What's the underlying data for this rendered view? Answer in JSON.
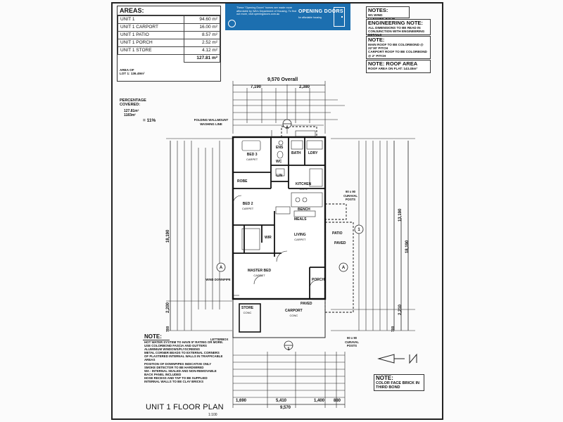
{
  "areas": {
    "heading": "AREAS:",
    "rows": [
      {
        "name": "UNIT 1",
        "value": "94.60 m²"
      },
      {
        "name": "UNIT 1 CARPORT",
        "value": "16.00 m²"
      },
      {
        "name": "UNIT 1 PATIO",
        "value": "8.57 m²"
      },
      {
        "name": "UNIT 1 PORCH",
        "value": "2.52 m²"
      },
      {
        "name": "UNIT 1 STORE",
        "value": "4.12 m²"
      }
    ],
    "total": "127.81 m²"
  },
  "site_notes": {
    "area_of": "AREA OF\nLOT 1: 136.49m²",
    "percentage_covered_label": "PERCENTAGE\nCOVERED:",
    "percentage_calc": "127.81m²\n1183m²",
    "percentage_result": "= 11%"
  },
  "banner": {
    "text": "These \"Opening Doors\" homes are made more affordable by WA's Department of Housing. To find out more, visit openingdoors.com.au",
    "logo": "OPENING DOORS",
    "sub": "for affordable housing"
  },
  "notes_top": {
    "title": "NOTES:",
    "text": "W1 WIND CLASSIFICATION"
  },
  "engineering": {
    "title": "ENGINEERING NOTE:",
    "text": "ALL DIMENSIONS TO BE READ IN CONJUNCTION WITH ENGINEERING DETAILS"
  },
  "roof_note": {
    "title": "NOTE:",
    "text": "MAIN ROOF TO BE COLORBOND @ 22°30' PITCH\nCARPORT ROOF TO BE COLORBOND @ 2° PITCH"
  },
  "roof_area": {
    "title": "NOTE: ROOF AREA",
    "text": "ROOF AREA ON FLAT: 143.45m²"
  },
  "general_note": {
    "title": "NOTE:",
    "text": "HOT WATER SYSTEM TO HAVE 5* RATING OR MORE.\nUSE COLORBOND FASCIA AND GUTTERS\nALUMINIUM WINDOWS/FLYSCREENS\nMETAL CORNER BEADS TO EXTERNAL CORNERS OF PLASTERED INTERNAL WALLS IN TRAFFICABLE AREAS\nPOSITION OF DOWNPIPES INDICATIVE ONLY\nSMOKE DETECTOR TO BE HARDWIRED\nWA - INTERNAL SEALED AND NON-REMOVABLE BACK PANEL INCLUDED\nHOSE RECESS AND TAP TO BE SUPPLIED\nINTERNAL WALLS TO BE CLAY BRICKS"
  },
  "brick_note": {
    "title": "NOTE:",
    "text": "COLOR FACE BRICK IN THIRD BOND"
  },
  "plan": {
    "title": "UNIT 1 FLOOR PLAN",
    "scale": "1:100",
    "overall_top": "9,570 Overall",
    "top_left_dim": "7,190",
    "top_right_dim": "2,380",
    "bottom_total": "9,570",
    "bottom_dims": [
      "1,690",
      "5,410",
      "1,400",
      "880"
    ],
    "left_overall": "18,190",
    "right_overall": "18,190",
    "right_inner": "13,190",
    "left_bottom": "2,200",
    "left_bottom2": "700",
    "right_bottom": "2,210",
    "right_bottom2": "700",
    "rooms": {
      "bed3": "BED 3",
      "bed3_sub": "CARPET",
      "bed2": "BED 2",
      "bed2_sub": "CARPET",
      "master": "MASTER BED",
      "master_sub": "CARPET",
      "ens": "ENS",
      "bath": "BATH",
      "wc": "WC",
      "ldry": "LDRY",
      "kitchen": "KITCHEN",
      "kitchen_sub": "VINYL",
      "meals": "MEALS",
      "living": "LIVING",
      "living_sub": "CARPET",
      "wir": "WIR",
      "bench": "BENCH",
      "store": "STORE",
      "store_sub": "CONC",
      "carport": "CARPORT",
      "carport_sub": "CONC",
      "porch": "PORCH",
      "patio": "PATIO",
      "robe": "ROBE",
      "linen": "LIN"
    },
    "labels": {
      "clothes_line": "FOLDING WALLMOUNT WASHING LINE",
      "pavers1": "PAVED",
      "pavers2": "PAVED",
      "eave_posts": "90 x 90 CURAVAL POSTS",
      "posts_bottom": "90 x 90 CURAVAL POSTS",
      "ramp": "WIND DOWNPIPE",
      "letterbox": "LETTERBOX"
    },
    "sections": [
      "A",
      "A",
      "A",
      "1",
      "1"
    ]
  }
}
